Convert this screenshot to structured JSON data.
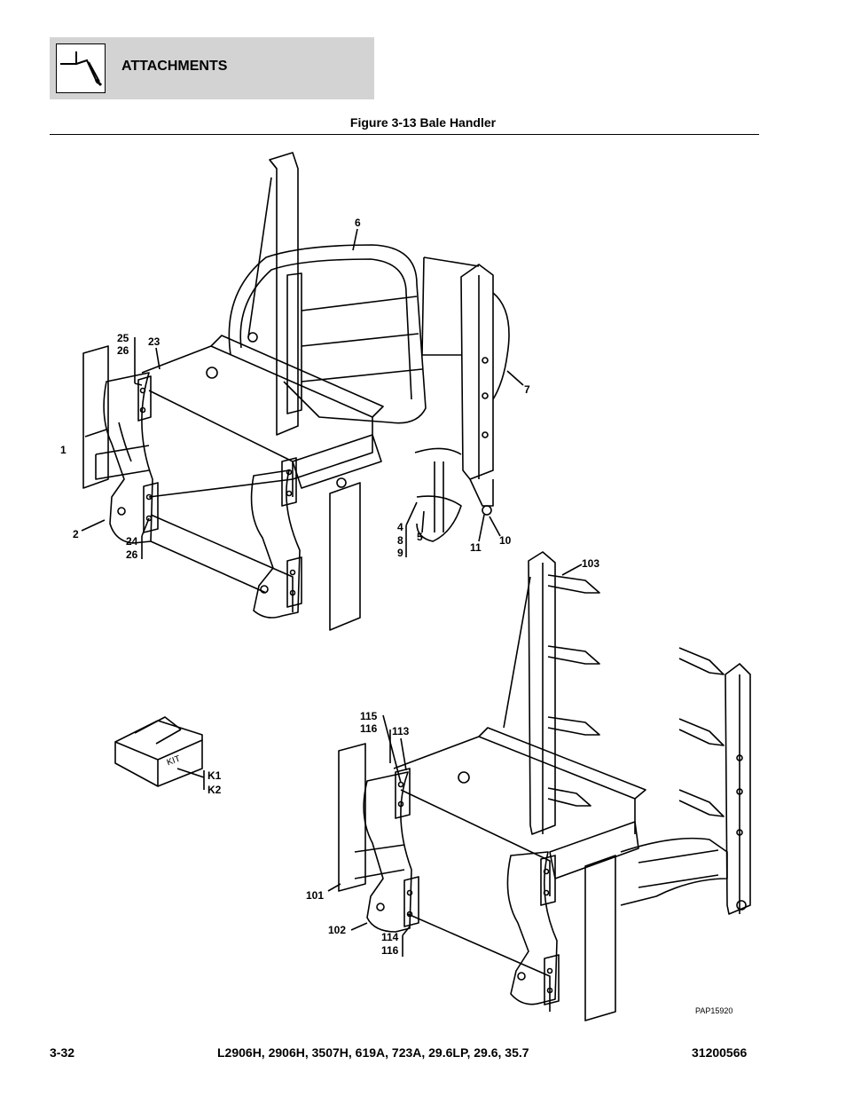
{
  "header": {
    "section_title": "ATTACHMENTS",
    "icon": "attachment-fork-icon"
  },
  "figure": {
    "title": "Figure 3-13 Bale Handler",
    "ref_code": "PAP15920",
    "kit_label": "KIT"
  },
  "callouts": {
    "c1": "1",
    "c2": "2",
    "c4": "4",
    "c5": "5",
    "c6": "6",
    "c7": "7",
    "c8": "8",
    "c9": "9",
    "c10": "10",
    "c11": "11",
    "c23": "23",
    "c24": "24",
    "c25": "25",
    "c26a": "26",
    "c26b": "26",
    "c101": "101",
    "c102": "102",
    "c103": "103",
    "c113": "113",
    "c114": "114",
    "c115": "115",
    "c116a": "116",
    "c116b": "116",
    "k1": "K1",
    "k2": "K2"
  },
  "footer": {
    "page": "3-32",
    "models": "L2906H, 2906H, 3507H, 619A, 723A, 29.6LP, 29.6, 35.7",
    "doc_number": "31200566"
  },
  "colors": {
    "header_band": "#d3d3d3",
    "line": "#000000"
  }
}
